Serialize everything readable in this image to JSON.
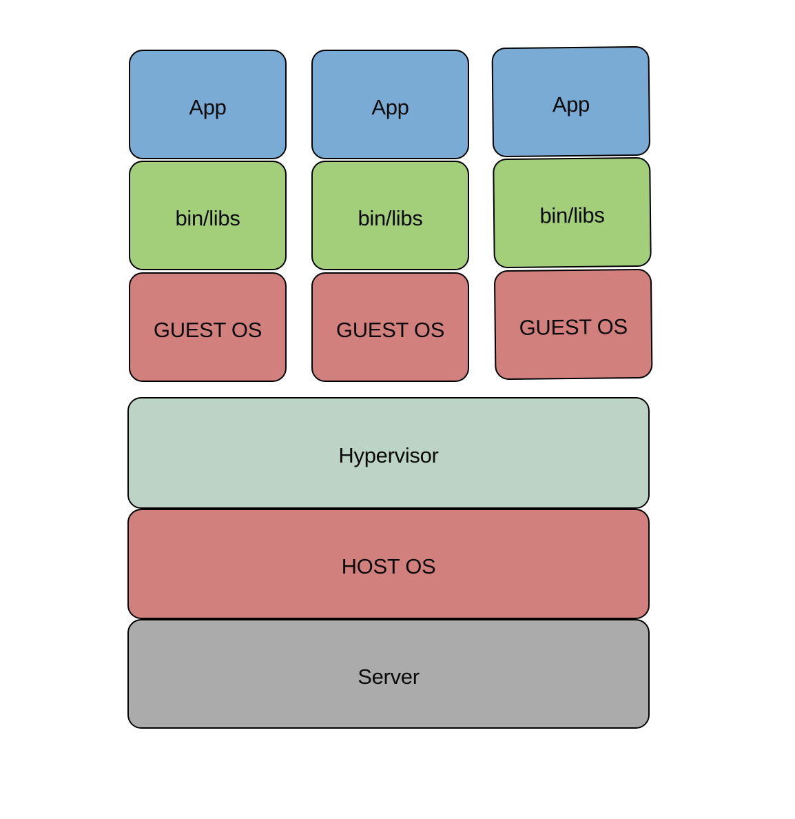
{
  "colors": {
    "app": "#7AABD5",
    "binlibs": "#A3CF7B",
    "guest_os": "#D1807D",
    "hypervisor": "#BDD3C6",
    "host_os": "#D1807D",
    "server": "#ABABAB",
    "border": "#000000",
    "text": "#0A0A0A"
  },
  "vm_columns": [
    {
      "cells": [
        {
          "label": "App"
        },
        {
          "label": "bin/libs"
        },
        {
          "label": "GUEST OS"
        }
      ]
    },
    {
      "cells": [
        {
          "label": "App"
        },
        {
          "label": "bin/libs"
        },
        {
          "label": "GUEST OS"
        }
      ]
    },
    {
      "cells": [
        {
          "label": "App"
        },
        {
          "label": "bin/libs"
        },
        {
          "label": "GUEST OS"
        }
      ]
    }
  ],
  "base_layers": [
    {
      "label": "Hypervisor"
    },
    {
      "label": "HOST OS"
    },
    {
      "label": "Server"
    }
  ]
}
